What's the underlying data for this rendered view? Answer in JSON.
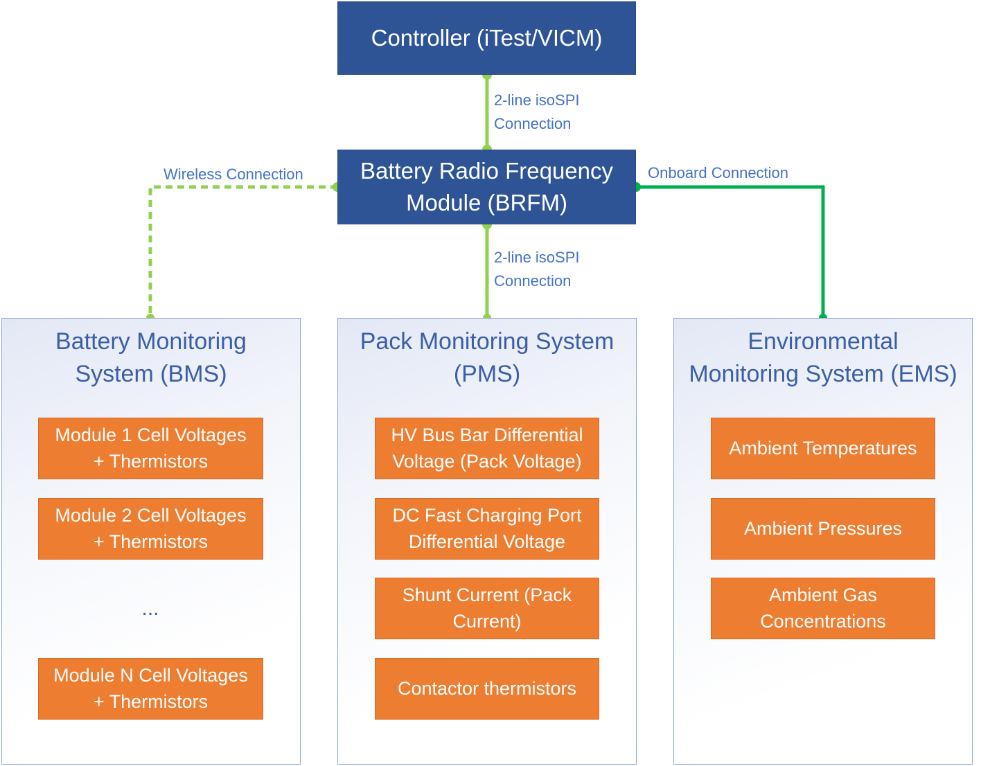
{
  "controller": {
    "label": "Controller (iTest/VICM)"
  },
  "brfm": {
    "label_line1": "Battery Radio Frequency",
    "label_line2": "Module (BRFM)"
  },
  "connections": {
    "controller_brfm": {
      "line1": "2-line isoSPI",
      "line2": "Connection"
    },
    "brfm_pms": {
      "line1": "2-line isoSPI",
      "line2": "Connection"
    },
    "wireless": "Wireless Connection",
    "onboard": "Onboard Connection"
  },
  "bms": {
    "title_line1": "Battery Monitoring",
    "title_line2": "System (BMS)",
    "items": [
      {
        "line1": "Module 1 Cell Voltages",
        "line2": "+ Thermistors"
      },
      {
        "line1": "Module 2 Cell Voltages",
        "line2": "+ Thermistors"
      },
      {
        "line1": "Module N Cell Voltages",
        "line2": "+ Thermistors"
      }
    ],
    "ellipsis": "..."
  },
  "pms": {
    "title_line1": "Pack Monitoring System",
    "title_line2": "(PMS)",
    "items": [
      {
        "line1": "HV Bus Bar Differential",
        "line2": "Voltage (Pack Voltage)"
      },
      {
        "line1": "DC Fast Charging Port",
        "line2": "Differential Voltage"
      },
      {
        "line1": "Shunt Current (Pack",
        "line2": "Current)"
      },
      {
        "line1": "Contactor thermistors",
        "line2": ""
      }
    ]
  },
  "ems": {
    "title_line1": "Environmental",
    "title_line2": "Monitoring System (EMS)",
    "items": [
      {
        "line1": "Ambient Temperatures",
        "line2": ""
      },
      {
        "line1": "Ambient Pressures",
        "line2": ""
      },
      {
        "line1": "Ambient Gas",
        "line2": "Concentrations"
      }
    ]
  },
  "colors": {
    "node_blue": "#2f5496",
    "item_orange": "#ed7d31",
    "wire_light_green": "#92d050",
    "wire_dark_green": "#00b050",
    "label_blue": "#4472c4"
  }
}
